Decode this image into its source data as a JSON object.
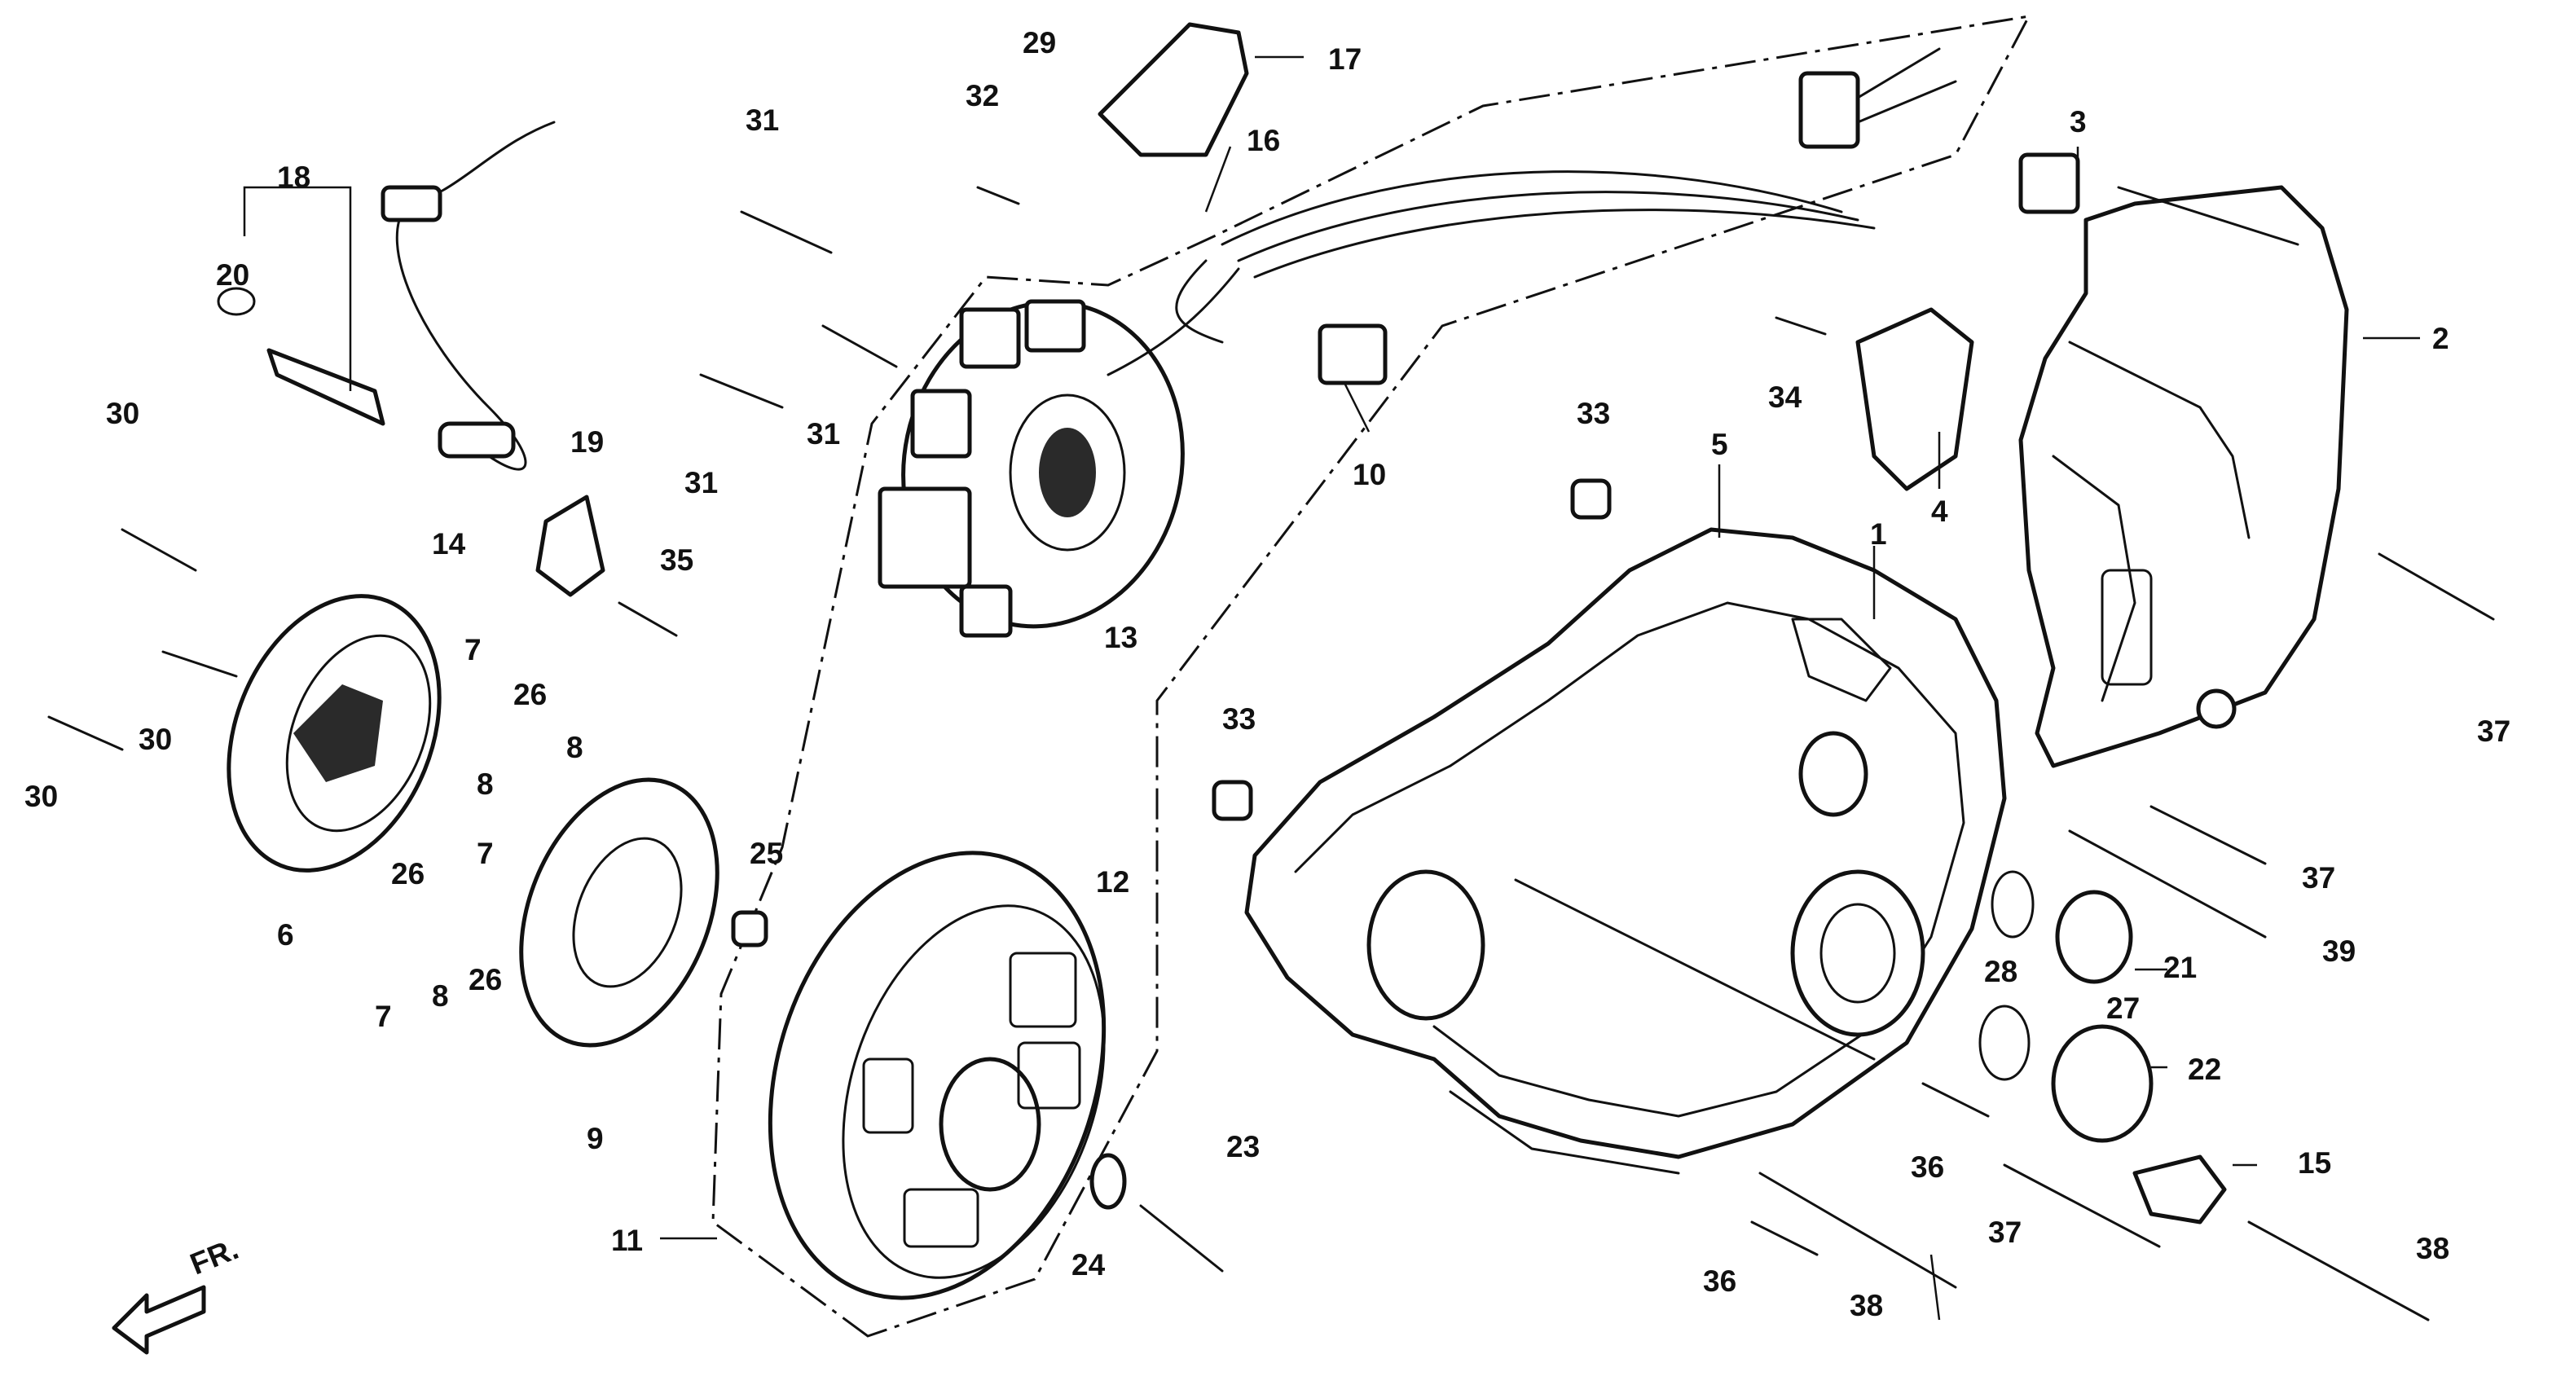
{
  "callouts": [
    {
      "id": "c1",
      "text": "1"
    },
    {
      "id": "c2",
      "text": "2"
    },
    {
      "id": "c3",
      "text": "3"
    },
    {
      "id": "c4",
      "text": "4"
    },
    {
      "id": "c5",
      "text": "5"
    },
    {
      "id": "c6",
      "text": "6"
    },
    {
      "id": "c7a",
      "text": "7"
    },
    {
      "id": "c7b",
      "text": "7"
    },
    {
      "id": "c7c",
      "text": "7"
    },
    {
      "id": "c8a",
      "text": "8"
    },
    {
      "id": "c8b",
      "text": "8"
    },
    {
      "id": "c8c",
      "text": "8"
    },
    {
      "id": "c9",
      "text": "9"
    },
    {
      "id": "c10",
      "text": "10"
    },
    {
      "id": "c11",
      "text": "11"
    },
    {
      "id": "c12",
      "text": "12"
    },
    {
      "id": "c13",
      "text": "13"
    },
    {
      "id": "c14",
      "text": "14"
    },
    {
      "id": "c15",
      "text": "15"
    },
    {
      "id": "c16",
      "text": "16"
    },
    {
      "id": "c17",
      "text": "17"
    },
    {
      "id": "c18",
      "text": "18"
    },
    {
      "id": "c19",
      "text": "19"
    },
    {
      "id": "c20",
      "text": "20"
    },
    {
      "id": "c21",
      "text": "21"
    },
    {
      "id": "c22",
      "text": "22"
    },
    {
      "id": "c23",
      "text": "23"
    },
    {
      "id": "c24",
      "text": "24"
    },
    {
      "id": "c25",
      "text": "25"
    },
    {
      "id": "c26a",
      "text": "26"
    },
    {
      "id": "c26b",
      "text": "26"
    },
    {
      "id": "c26c",
      "text": "26"
    },
    {
      "id": "c27",
      "text": "27"
    },
    {
      "id": "c28",
      "text": "28"
    },
    {
      "id": "c29",
      "text": "29"
    },
    {
      "id": "c30a",
      "text": "30"
    },
    {
      "id": "c30b",
      "text": "30"
    },
    {
      "id": "c30c",
      "text": "30"
    },
    {
      "id": "c31a",
      "text": "31"
    },
    {
      "id": "c31b",
      "text": "31"
    },
    {
      "id": "c31c",
      "text": "31"
    },
    {
      "id": "c32",
      "text": "32"
    },
    {
      "id": "c33a",
      "text": "33"
    },
    {
      "id": "c33b",
      "text": "33"
    },
    {
      "id": "c34",
      "text": "34"
    },
    {
      "id": "c35",
      "text": "35"
    },
    {
      "id": "c36a",
      "text": "36"
    },
    {
      "id": "c36b",
      "text": "36"
    },
    {
      "id": "c37a",
      "text": "37"
    },
    {
      "id": "c37b",
      "text": "37"
    },
    {
      "id": "c37c",
      "text": "37"
    },
    {
      "id": "c38a",
      "text": "38"
    },
    {
      "id": "c38b",
      "text": "38"
    },
    {
      "id": "c39",
      "text": "39"
    }
  ],
  "direction_marker": {
    "label": "FR.",
    "icon": "front-direction-arrow-icon"
  }
}
